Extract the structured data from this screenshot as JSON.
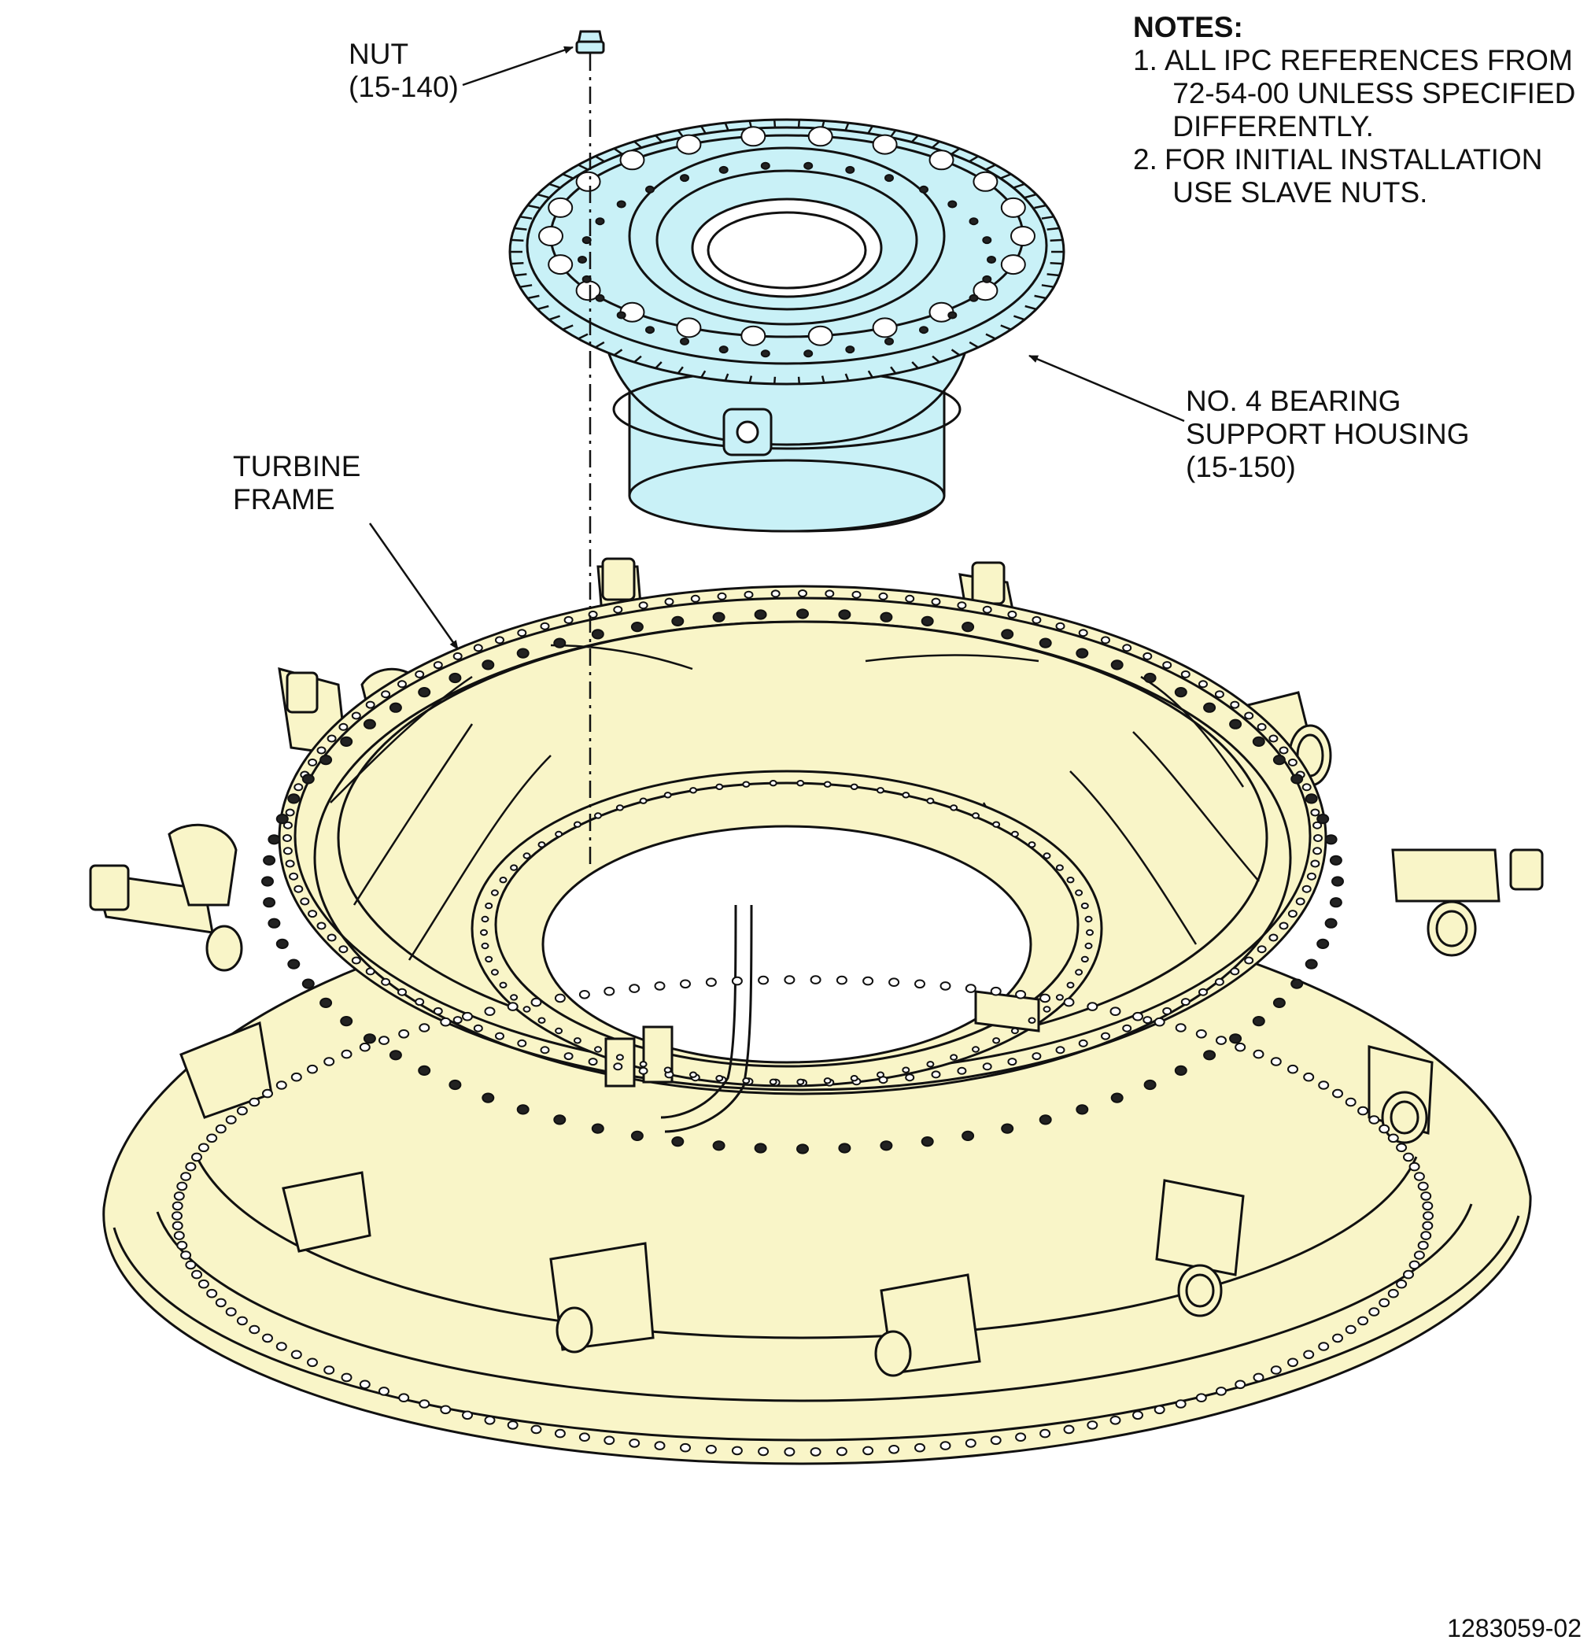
{
  "notes": {
    "title": "NOTES:",
    "items": [
      {
        "num": "1.",
        "lines": [
          "ALL IPC REFERENCES FROM",
          "72-54-00 UNLESS SPECIFIED",
          "DIFFERENTLY."
        ]
      },
      {
        "num": "2.",
        "lines": [
          "FOR INITIAL INSTALLATION",
          "USE SLAVE NUTS."
        ]
      }
    ]
  },
  "callouts": {
    "nut": {
      "name": "NUT",
      "ref": "(15-140)"
    },
    "housing": {
      "line1": "NO. 4 BEARING",
      "line2": "SUPPORT HOUSING",
      "ref": "(15-150)"
    },
    "frame": {
      "line1": "TURBINE",
      "line2": "FRAME"
    }
  },
  "figure_number": "1283059-02",
  "colors": {
    "housing_fill": "#c9f1f7",
    "frame_fill": "#f9f5c8",
    "line": "#111111",
    "background": "#ffffff"
  }
}
